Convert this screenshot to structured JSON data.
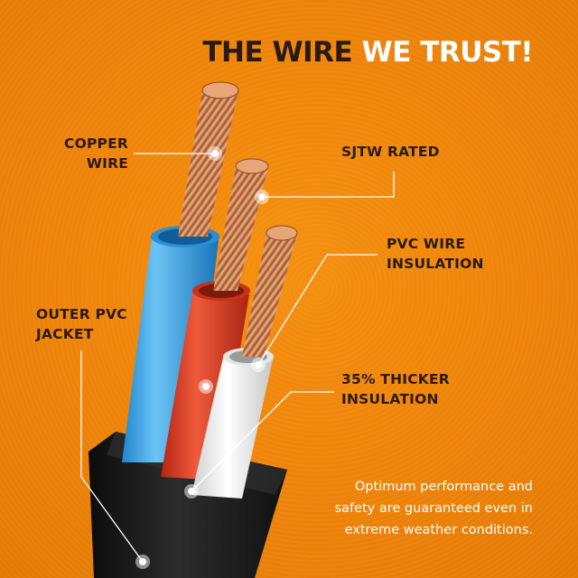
{
  "headline": {
    "part1": "THE WIRE",
    "part2": "WE TRUST!"
  },
  "callouts": {
    "copper": [
      "COPPER",
      "WIRE"
    ],
    "sjtw": [
      "SJTW RATED"
    ],
    "pvc_wire": [
      "PVC WIRE",
      "INSULATION"
    ],
    "outer_jacket": [
      "OUTER PVC",
      "JACKET"
    ],
    "thicker": [
      "35% THICKER",
      "INSULATION"
    ]
  },
  "note": [
    "Optimum performance and",
    "safety are guaranteed even in",
    "extreme weather conditions."
  ],
  "colors": {
    "background": "#ee8309",
    "text_dark": "#2a1a14",
    "accent_white": "#ffffff",
    "wire_blue": "#3fa8e6",
    "wire_red": "#d63c22",
    "wire_white": "#f2f2f2",
    "jacket_black": "#1a1a1a",
    "copper": "#d98a55"
  }
}
